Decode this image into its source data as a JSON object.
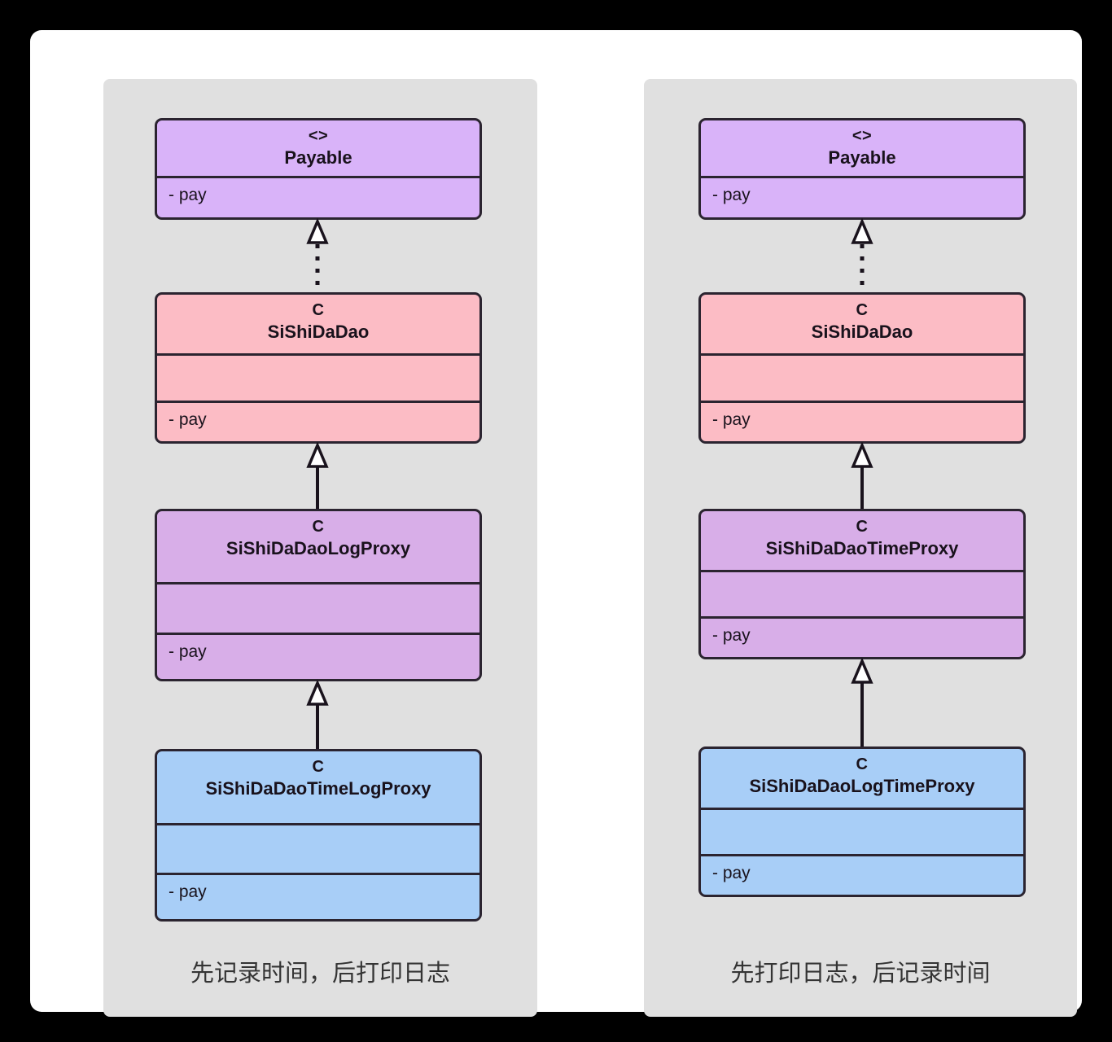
{
  "theme": {
    "background": "#000000",
    "card_background": "#ffffff",
    "panel_background": "#e0e0e0",
    "border_color": "#2b2430",
    "text_color": "#19121c",
    "caption_color": "#343434",
    "interface_fill": "#d9b3f9",
    "base_class_fill": "#fcbcc5",
    "proxy_fill": "#d8aee8",
    "outer_proxy_fill": "#a8cef7"
  },
  "diagram": {
    "type": "uml-class-diagram",
    "panels": [
      {
        "id": "left",
        "caption": "先记录时间，后打印日志",
        "nodes": [
          {
            "id": "payable-left",
            "stereotype": "<>",
            "kind": "interface",
            "name": "Payable",
            "fill": "#d9b3f9",
            "compartments": [
              {
                "type": "members",
                "lines": [
                  "- pay"
                ]
              }
            ]
          },
          {
            "id": "sishidadao-left",
            "stereotype": "C",
            "kind": "class",
            "name": "SiShiDaDao",
            "fill": "#fcbcc5",
            "compartments": [
              {
                "type": "empty",
                "lines": []
              },
              {
                "type": "members",
                "lines": [
                  "- pay"
                ]
              }
            ]
          },
          {
            "id": "logproxy-left",
            "stereotype": "C",
            "kind": "class",
            "name": "SiShiDaDaoLogProxy",
            "fill": "#d8aee8",
            "compartments": [
              {
                "type": "empty",
                "lines": []
              },
              {
                "type": "members",
                "lines": [
                  "- pay"
                ]
              }
            ]
          },
          {
            "id": "timelogproxy-left",
            "stereotype": "C",
            "kind": "class",
            "name": "SiShiDaDaoTimeLogProxy",
            "fill": "#a8cef7",
            "compartments": [
              {
                "type": "empty",
                "lines": []
              },
              {
                "type": "members",
                "lines": [
                  "- pay"
                ]
              }
            ]
          }
        ],
        "edges": [
          {
            "from": "sishidadao-left",
            "to": "payable-left",
            "type": "realization",
            "line": "dotted",
            "arrow": "hollow-triangle"
          },
          {
            "from": "logproxy-left",
            "to": "sishidadao-left",
            "type": "generalization",
            "line": "solid",
            "arrow": "hollow-triangle"
          },
          {
            "from": "timelogproxy-left",
            "to": "logproxy-left",
            "type": "generalization",
            "line": "solid",
            "arrow": "hollow-triangle"
          }
        ]
      },
      {
        "id": "right",
        "caption": "先打印日志，后记录时间",
        "nodes": [
          {
            "id": "payable-right",
            "stereotype": "<>",
            "kind": "interface",
            "name": "Payable",
            "fill": "#d9b3f9",
            "compartments": [
              {
                "type": "members",
                "lines": [
                  "- pay"
                ]
              }
            ]
          },
          {
            "id": "sishidadao-right",
            "stereotype": "C",
            "kind": "class",
            "name": "SiShiDaDao",
            "fill": "#fcbcc5",
            "compartments": [
              {
                "type": "empty",
                "lines": []
              },
              {
                "type": "members",
                "lines": [
                  "- pay"
                ]
              }
            ]
          },
          {
            "id": "timeproxy-right",
            "stereotype": "C",
            "kind": "class",
            "name": "SiShiDaDaoTimeProxy",
            "fill": "#d8aee8",
            "compartments": [
              {
                "type": "empty",
                "lines": []
              },
              {
                "type": "members",
                "lines": [
                  "- pay"
                ]
              }
            ]
          },
          {
            "id": "logtimeproxy-right",
            "stereotype": "C",
            "kind": "class",
            "name": "SiShiDaDaoLogTimeProxy",
            "fill": "#a8cef7",
            "compartments": [
              {
                "type": "empty",
                "lines": []
              },
              {
                "type": "members",
                "lines": [
                  "- pay"
                ]
              }
            ]
          }
        ],
        "edges": [
          {
            "from": "sishidadao-right",
            "to": "payable-right",
            "type": "realization",
            "line": "dotted",
            "arrow": "hollow-triangle"
          },
          {
            "from": "timeproxy-right",
            "to": "sishidadao-right",
            "type": "generalization",
            "line": "solid",
            "arrow": "hollow-triangle"
          },
          {
            "from": "logtimeproxy-right",
            "to": "timeproxy-right",
            "type": "generalization",
            "line": "solid",
            "arrow": "hollow-triangle"
          }
        ]
      }
    ]
  }
}
